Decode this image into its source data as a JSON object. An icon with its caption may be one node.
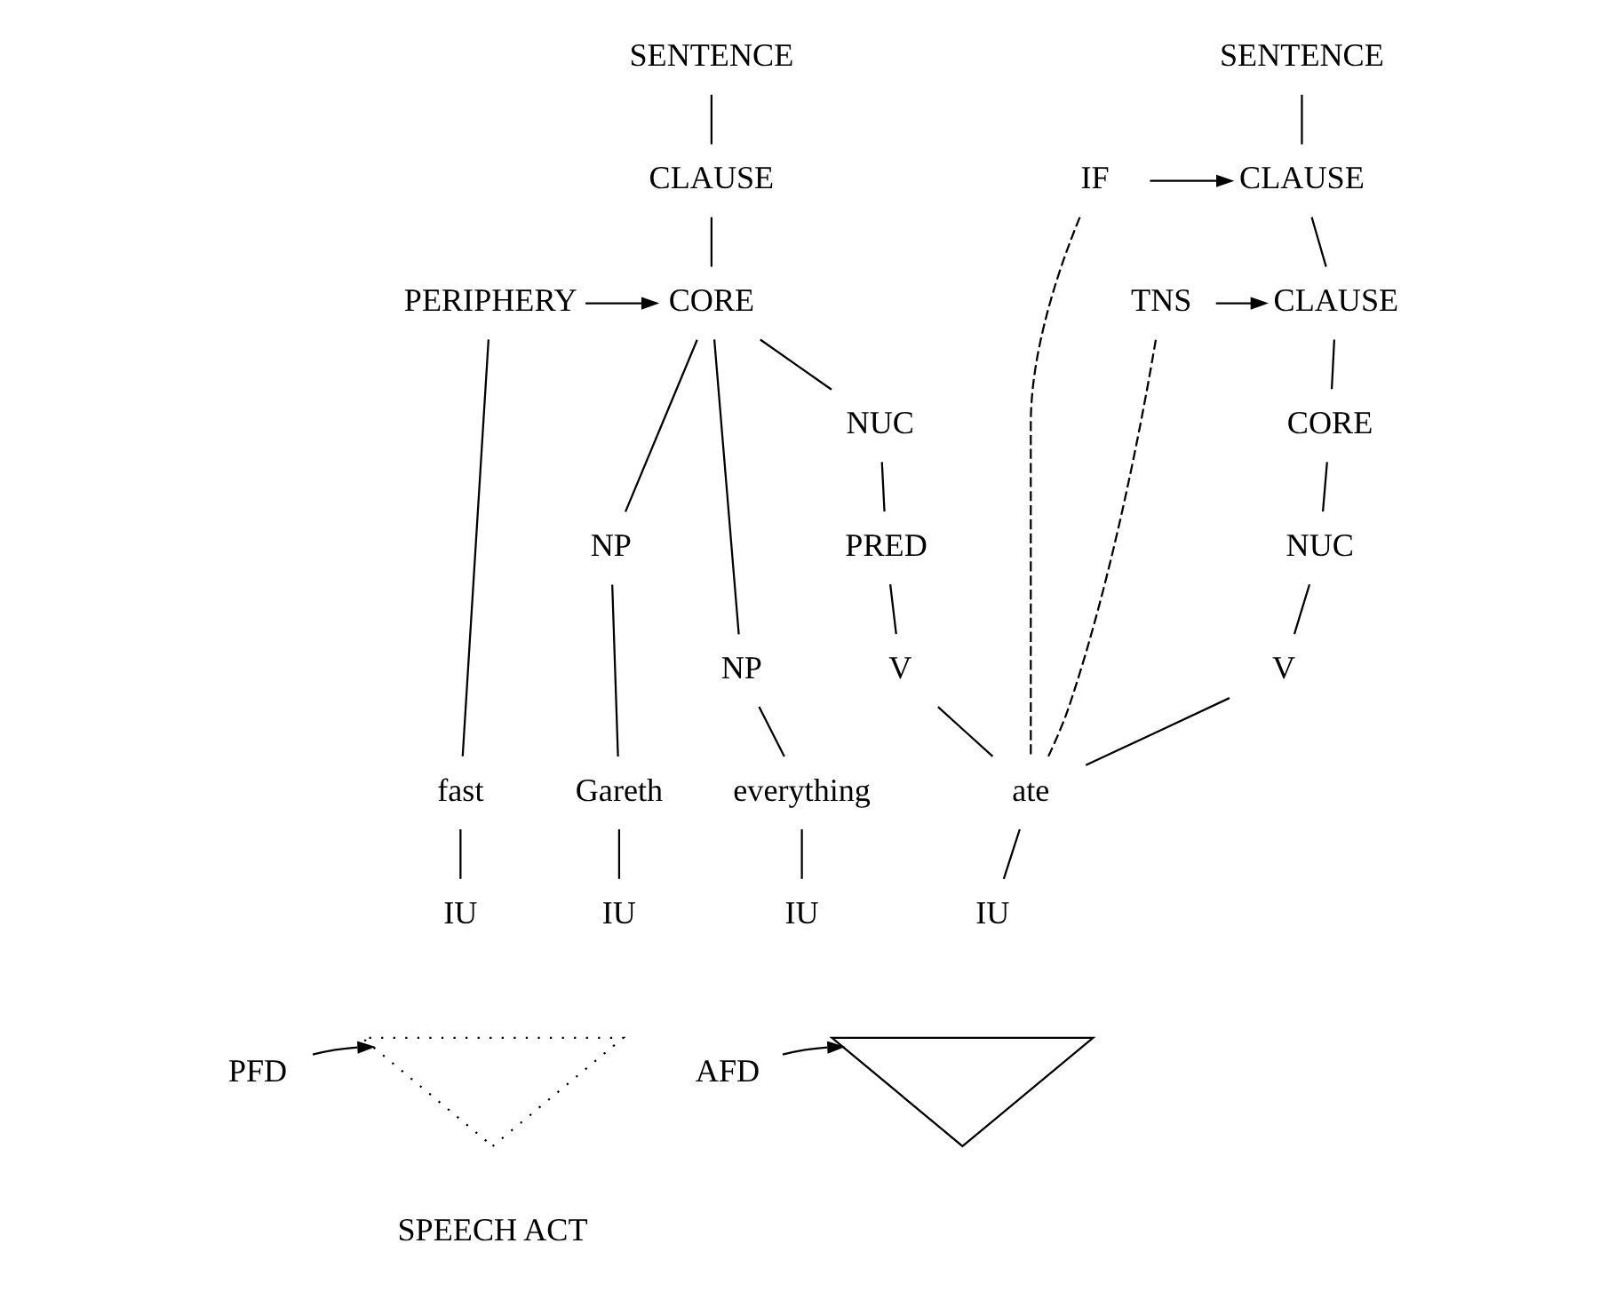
{
  "diagram": {
    "nodes": [
      {
        "text": [
          "SENTENCE"
        ]
      },
      {
        "text": [
          "CLAUSE"
        ]
      },
      {
        "text": [
          "IF"
        ]
      },
      {
        "text": [
          "CLAUSE"
        ]
      },
      {
        "text": [
          "TNS"
        ]
      },
      {
        "text": [
          "CORE"
        ]
      },
      {
        "text": [
          "NUC"
        ]
      },
      {
        "text": [
          "V"
        ]
      },
      {
        "text": [
          "SENTENCE"
        ]
      },
      {
        "text": [
          "CLAUSE"
        ]
      },
      {
        "text": [
          "CORE"
        ]
      },
      {
        "text": [
          "PERIPHERY"
        ]
      },
      {
        "text": [
          "NP"
        ]
      },
      {
        "text": [
          "NUC"
        ]
      },
      {
        "text": [
          "NP"
        ]
      },
      {
        "text": [
          "PRED"
        ]
      },
      {
        "text": [
          "V"
        ]
      },
      {
        "text": [
          "Gareth"
        ]
      },
      {
        "text": [
          "ate"
        ]
      },
      {
        "text": [
          "everything"
        ]
      },
      {
        "text": [
          "fast"
        ]
      },
      {
        "text": [
          "IU"
        ]
      },
      {
        "text": [
          "IU"
        ]
      },
      {
        "text": [
          "IU"
        ]
      },
      {
        "text": [
          "IU"
        ]
      },
      {
        "text": [],
        "shape": "triangle"
      },
      {
        "text": [],
        "shape": "triangle"
      },
      {
        "text": [
          "PFD"
        ]
      },
      {
        "text": [
          "AFD"
        ]
      }
    ],
    "edges": [
      {
        "from": 0,
        "to": 1,
        "arrow": "none"
      },
      {
        "from": 2,
        "to": 1,
        "arrow": "to"
      },
      {
        "from": 1,
        "to": 3,
        "arrow": "none"
      },
      {
        "from": 4,
        "to": 3,
        "arrow": "to"
      },
      {
        "from": 3,
        "to": 5,
        "arrow": "none"
      },
      {
        "from": 5,
        "to": 6,
        "arrow": "none"
      },
      {
        "from": 6,
        "to": 7,
        "arrow": "none"
      },
      {
        "from": 7,
        "to": 18,
        "arrow": "none"
      },
      {
        "from": 16,
        "to": 18,
        "arrow": "none"
      },
      {
        "from": 4,
        "to": 18,
        "arrow": "none",
        "style": "dashed"
      },
      {
        "from": 2,
        "to": 18,
        "arrow": "none",
        "style": "dashed"
      },
      {
        "from": 8,
        "to": 9,
        "arrow": "none"
      },
      {
        "from": 9,
        "to": 10,
        "arrow": "none"
      },
      {
        "from": 11,
        "to": 10,
        "arrow": "to"
      },
      {
        "from": 10,
        "to": 12,
        "arrow": "none"
      },
      {
        "from": 10,
        "to": 13,
        "arrow": "none"
      },
      {
        "from": 10,
        "to": 14,
        "arrow": "none"
      },
      {
        "from": 12,
        "to": 17,
        "arrow": "none"
      },
      {
        "from": 13,
        "to": 15,
        "arrow": "none"
      },
      {
        "from": 15,
        "to": 16,
        "arrow": "none"
      },
      {
        "from": 14,
        "to": 19,
        "arrow": "none"
      },
      {
        "from": 11,
        "to": 20,
        "arrow": "none"
      },
      {
        "from": 17,
        "to": 21,
        "arrow": "none"
      },
      {
        "from": 18,
        "to": 22,
        "arrow": "none"
      },
      {
        "from": 19,
        "to": 23,
        "arrow": "none"
      },
      {
        "from": 20,
        "to": 24,
        "arrow": "none"
      },
      {
        "from": 27,
        "to": 25,
        "arrow": "to"
      },
      {
        "from": 28,
        "to": 26,
        "arrow": "to"
      }
    ],
    "labels": [
      "SPEECH ACT"
    ]
  }
}
